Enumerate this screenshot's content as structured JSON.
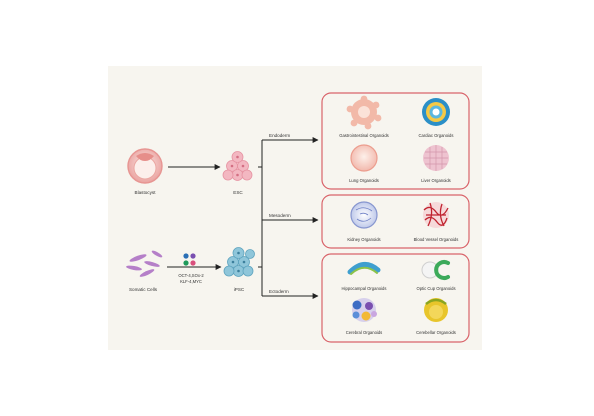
{
  "labels": {
    "blastocyst": "Blastocyst",
    "esc": "ESC",
    "somatic_cells": "Somatic Cells",
    "factors_line1": "OCT-4,SOx-2",
    "factors_line2": "KLF-4,MYC",
    "ipsc": "iPSC",
    "endoderm": "Endoderm",
    "mesoderm": "Mesoderm",
    "ectoderm": "Ectoderm"
  },
  "organoids": {
    "gastrointestinal": "Gastrointestinal Organoids",
    "cardiac": "Cardiac Organoids",
    "lung": "Lung Organoids",
    "liver": "Liver Organoids",
    "kidney": "Kidney Organoids",
    "blood_vessel": "Blood Vessel Organoids",
    "hippocampal": "Hippocampal Organoids",
    "optic_cup": "Optic Cup Organoids",
    "cerebral": "Cerebral Organoids",
    "cerebellar": "Cerebellar Organoids"
  },
  "colors": {
    "box_border": "#d9636a",
    "arrow": "#222222",
    "esc_cell": "#f3b7c1",
    "ipsc_cell": "#8fc6da",
    "background": "#f7f5ef"
  },
  "icons": [
    "blastocyst-icon",
    "esc-cluster-icon",
    "somatic-cells-icon",
    "reprogramming-factors-icon",
    "ipsc-cluster-icon",
    "gastrointestinal-organoid-icon",
    "cardiac-organoid-icon",
    "lung-organoid-icon",
    "liver-organoid-icon",
    "kidney-organoid-icon",
    "blood-vessel-organoid-icon",
    "hippocampal-organoid-icon",
    "optic-cup-organoid-icon",
    "cerebral-organoid-icon",
    "cerebellar-organoid-icon"
  ]
}
